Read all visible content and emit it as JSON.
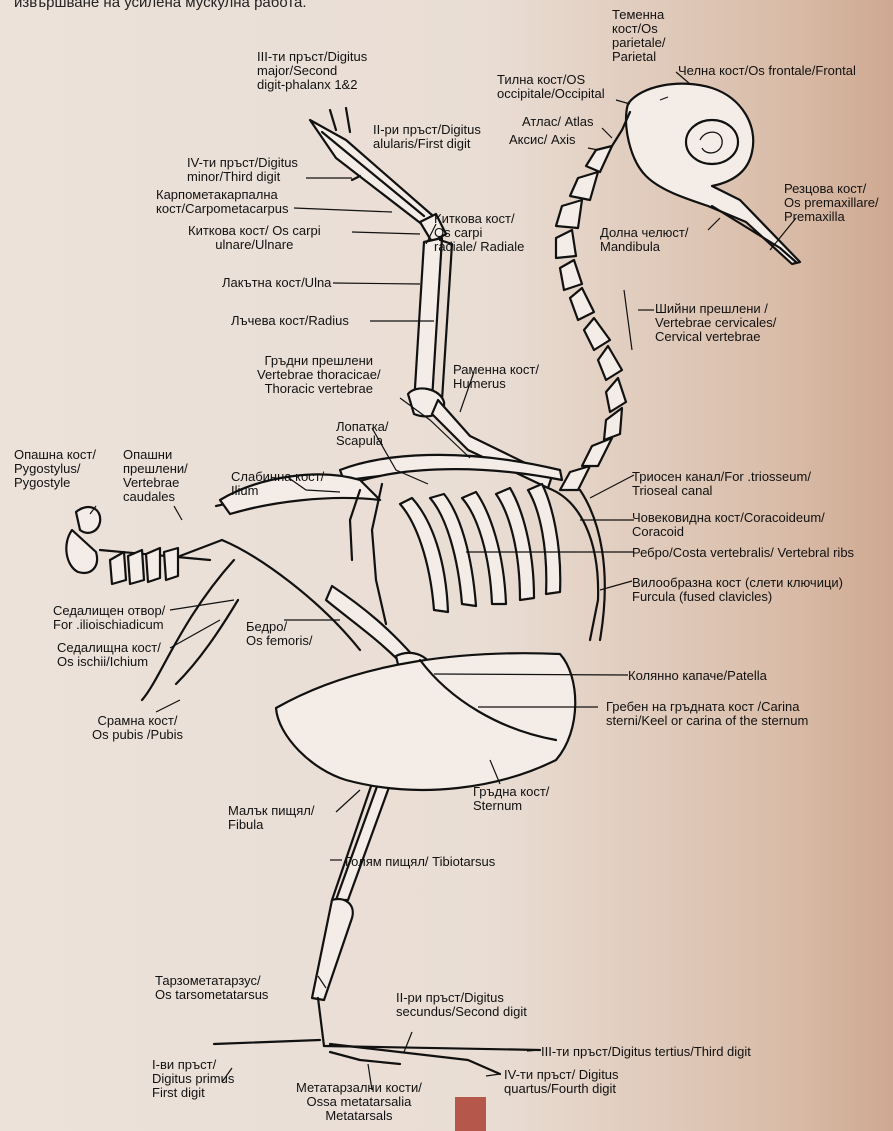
{
  "header": {
    "text": "извършване на усилена мускулна работа."
  },
  "colors": {
    "background": "#ece2da",
    "background_edge": "#cfa891",
    "ink": "#111111",
    "page_marker": "#b5574a"
  },
  "labels": {
    "parietal": "Теменна\nкост/Os\nparietale/\nParietal",
    "frontal": "Челна кост/Os frontale/Frontal",
    "occipital": "Тилна кост/OS\noccipitale/Occipital",
    "atlas": "Атлас/ Atlas",
    "axis": "Аксис/ Axis",
    "premaxilla": "Резцова кост/\nOs premaxillare/\nPremaxilla",
    "mandible": "Долна челюст/\nMandibula",
    "cervical": "Шийни прешлени /\nVertebrae cervicales/\nCervical vertebrae",
    "digit_major": "III-ти пръст/Digitus\nmajor/Second\ndigit-phalanx 1&2",
    "digit_alularis": "II-ри пръст/Digitus\nalularis/First digit",
    "digit_minor": "IV-ти пръст/Digitus\nminor/Third digit",
    "carpometacarpus": "Карпометакарпална\nкост/Carpometacarpus",
    "ulnare": "Киткова кост/ Os carpi\nulnare/Ulnare",
    "radiale": "Киткова кост/\nOs carpi\nradiale/ Radiale",
    "ulna": "Лакътна  кост/Ulna",
    "radius": "Лъчева кост/Radius",
    "thoracic": "Гръдни прешлени\nVertebrae thoracicae/\nThoracic vertebrae",
    "humerus": "Раменна кост/\nHumerus",
    "scapula": "Лопатка/\nScapula",
    "pygostyle": "Опашна кост/\nPygostylus/\nPygostyle",
    "caudal": "Опашни\nпрешлени/\nVertebrae\ncaudales",
    "ilium": "Слабинна кост/\nIlium",
    "triosseal": "Триосен канал/For .triosseum/\nTrioseal canal",
    "coracoid": "Човековидна кост/Coracoideum/\nCoracoid",
    "ribs": "Ребро/Costa vertebralis/ Vertebral ribs",
    "furcula": "Вилообразна кост (слети ключици)\nFurcula (fused clavicles)",
    "ilioischiadic": "Седалищен отвор/\nFor .ilioischiadicum",
    "ischium": "Седалищна кост/\nOs ischii/Ichium",
    "femur": "Бедро/\nOs femoris/",
    "patella": "Колянно капаче/Patella",
    "carina": "Гребен на гръдната кост /Carina\nsterni/Keel or carina of the sternum",
    "pubis": "Срамна кост/\nOs pubis /Pubis",
    "sternum": "Гръдна кост/\nSternum",
    "fibula": "Малък пищял/\nFibula",
    "tibiotarsus": "Голям пищял/ Tibiotarsus",
    "tarsometatarsus": "Тарзометатарзус/\nOs tarsometatarsus",
    "digit_secundus": "II-ри пръст/Digitus\nsecundus/Second digit",
    "digit_tertius": "III-ти пръст/Digitus tertius/Third digit",
    "digit_primus": "I-ви пръст/\nDigitus primus\nFirst digit",
    "metatarsals": "Метатарзални кости/\nOssa metatarsalia\nMetatarsals",
    "digit_quartus": "IV-ти пръст/ Digitus\nquartus/Fourth digit"
  }
}
